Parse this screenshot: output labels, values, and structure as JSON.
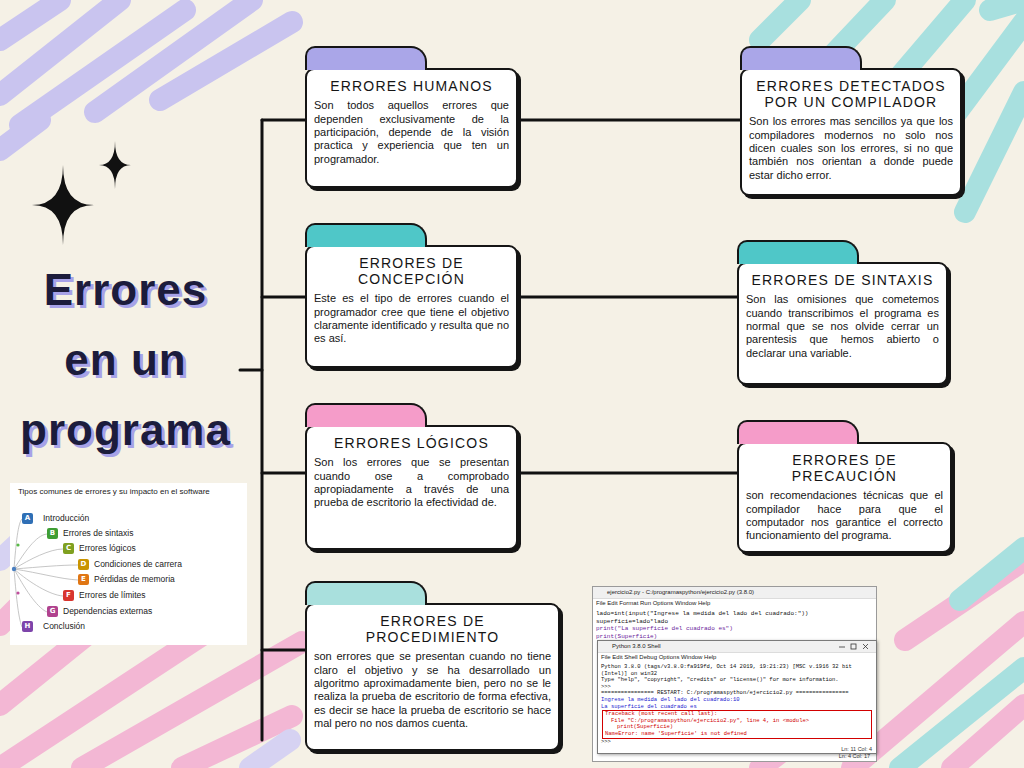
{
  "diagram": {
    "title": "Errores en un programa",
    "nodes": [
      {
        "text": [
          "ERRORES HUMANOS",
          "Son todos aquellos errores que dependen exclusivamente de la participación, depende de la visión practica y experiencia que ten un programador."
        ]
      },
      {
        "text": [
          "ERRORES DETECTADOS POR UN COMPILADOR",
          "Son los errores mas sencillos ya que los compiladores modernos no solo nos dicen cuales son los errores, si no que también nos orientan a donde puede estar dicho error."
        ]
      },
      {
        "text": [
          "ERRORES DE CONCEPCIÓN",
          "Este es el tipo de errores cuando el programador cree que tiene el objetivo claramente identificado y resulta que no es así."
        ]
      },
      {
        "text": [
          "ERRORES DE SINTAXIS",
          "Son las omisiones que cometemos cuando transcribimos el programa es normal que se nos olvide cerrar un parentesis que hemos abierto o declarar una variable."
        ]
      },
      {
        "text": [
          "ERRORES LÓGICOS",
          "Son los errores que se presentan cuando ose a comprobado apropiadamente a través de una prueba de escritorio la efectividad de."
        ]
      },
      {
        "text": [
          "ERRORES DE PRECAUCIÓN",
          "son recomendaciones técnicas que el compilador hace para que el computador nos garantice el correcto funcionamiento del programa."
        ]
      },
      {
        "text": [
          "ERRORES DE PROCEDIMIENTO",
          "son errores que se presentan cuando no tiene claro el objetivo y se ha desarrollado un algoritmo aproximadamente bien, pero no se le realiza la prueba de escritorio de forma efectiva, es decir se hace la prueba de escritorio se hace mal pero no nos damos cuenta."
        ]
      }
    ],
    "edges": [
      {
        "from": 0,
        "to": 1,
        "arrow": "none"
      },
      {
        "from": 2,
        "to": 3,
        "arrow": "none"
      },
      {
        "from": 4,
        "to": 5,
        "arrow": "none"
      }
    ],
    "labels": [
      "Tipos comunes de errores y su impacto en el software",
      "A",
      "Introducción",
      "B",
      "Errores de sintaxis",
      "C",
      "Errores lógicos",
      "D",
      "Condiciones de carrera",
      "E",
      "Pérdidas de memoria",
      "F",
      "Errores de límites",
      "G",
      "Dependencias externas",
      "H",
      "Conclusión",
      "ejercicio2.py - C:/programaspython/ejercicio2.py (3.8.0)",
      "File Edit Format Run Options Window Help",
      "lado=int(input(\"Ingrese la medida del lado del cuadrado:\"))",
      "superficie=lado*lado",
      "print(\"La superficie del cuadrado es\")",
      "print(Superficie)",
      "Python 3.8.0 Shell",
      "File Edit Shell Debug Options Window Help",
      "Python 3.8.0 (tags/v3.8.0:fa919fd, Oct 14 2019, 19:21:23) [MSC v.1916 32 bit (Intel)] on win32",
      "Type \"help\", \"copyright\", \"credits\" or \"license()\" for more information.",
      ">>>",
      "================ RESTART: C:/programaspython/ejercicio2.py ================",
      "Ingrese la medida del lado del cuadrado:10",
      "La superficie del cuadrado es",
      "Traceback (most recent call last):",
      "File \"C:/programaspython/ejercicio2.py\", line 4, in <module>",
      "print(Superficie)",
      "NameError: name 'Superficie' is not defined",
      ">>>",
      "Ln: 11 Col: 4",
      "Ln: 4 Col: 17"
    ]
  }
}
